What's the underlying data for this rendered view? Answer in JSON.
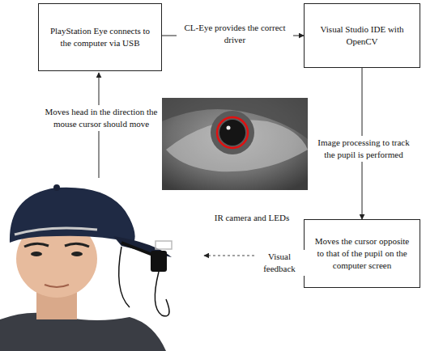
{
  "diagram": {
    "nodes": [
      {
        "text": [
          "PlayStation Eye connects to the computer via USB"
        ]
      },
      {
        "text": [
          "Visual Studio IDE with OpenCV"
        ]
      },
      {
        "text": [
          "Moves the cursor opposite to that of the pupil on the computer screen"
        ]
      }
    ],
    "edges": [
      {
        "from": 0,
        "to": 1,
        "label": "CL-Eye provides the correct driver",
        "arrow": "to"
      },
      {
        "from": 1,
        "to": 2,
        "label": "Image processing to track the pupil is performed",
        "arrow": "to"
      }
    ],
    "labels": [
      "Moves head in the direction the mouse cursor should move",
      "IR camera and LEDs",
      "Visual feedback"
    ]
  }
}
